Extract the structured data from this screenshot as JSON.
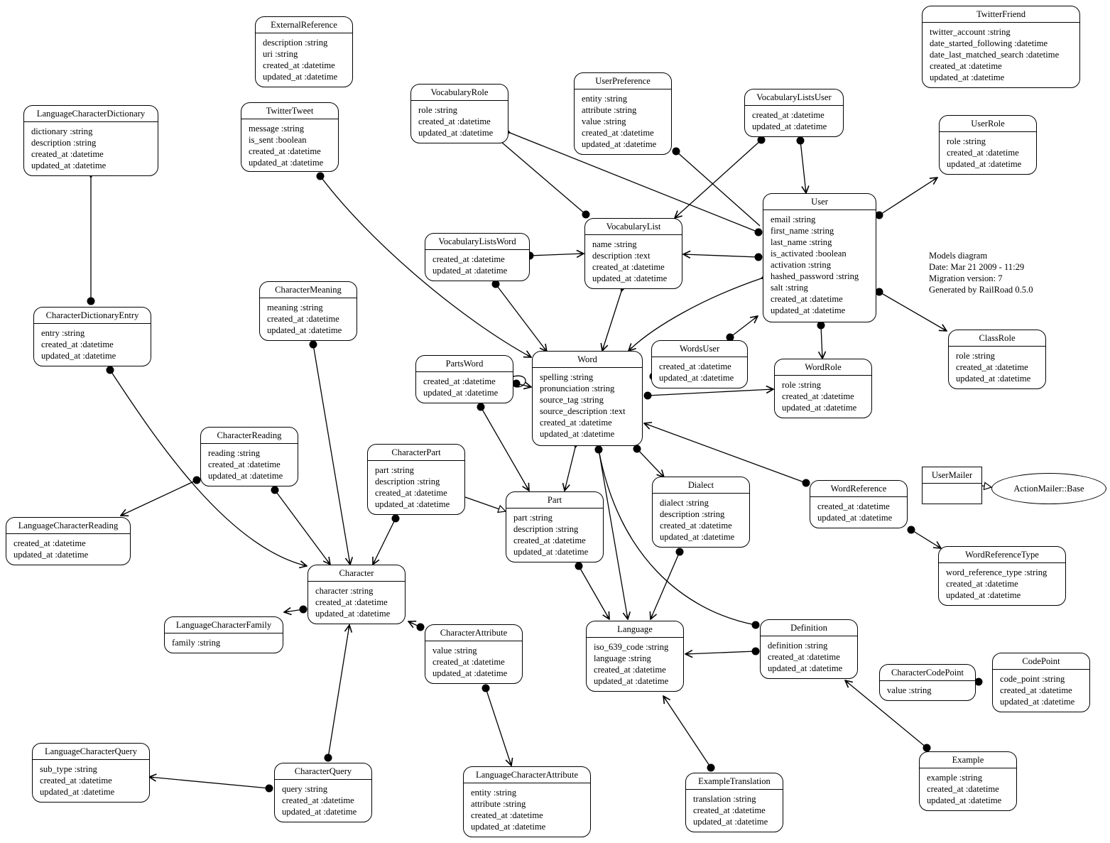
{
  "diagram_title": "Models diagram",
  "legend": [
    "Models diagram",
    "Date: Mar 21 2009 - 11:29",
    "Migration version: 7",
    "Generated by RailRoad 0.5.0"
  ],
  "nodes": [
    {
      "id": "ExternalReference",
      "title": "ExternalReference",
      "attrs": [
        "description :string",
        "uri :string",
        "created_at :datetime",
        "updated_at :datetime"
      ]
    },
    {
      "id": "TwitterFriend",
      "title": "TwitterFriend",
      "attrs": [
        "twitter_account :string",
        "date_started_following :datetime",
        "date_last_matched_search :datetime",
        "created_at :datetime",
        "updated_at :datetime"
      ]
    },
    {
      "id": "LanguageCharacterDictionary",
      "title": "LanguageCharacterDictionary",
      "attrs": [
        "dictionary :string",
        "description :string",
        "created_at :datetime",
        "updated_at :datetime"
      ]
    },
    {
      "id": "TwitterTweet",
      "title": "TwitterTweet",
      "attrs": [
        "message :string",
        "is_sent :boolean",
        "created_at :datetime",
        "updated_at :datetime"
      ]
    },
    {
      "id": "VocabularyRole",
      "title": "VocabularyRole",
      "attrs": [
        "role :string",
        "created_at :datetime",
        "updated_at :datetime"
      ]
    },
    {
      "id": "UserPreference",
      "title": "UserPreference",
      "attrs": [
        "entity :string",
        "attribute :string",
        "value :string",
        "created_at :datetime",
        "updated_at :datetime"
      ]
    },
    {
      "id": "VocabularyListsUser",
      "title": "VocabularyListsUser",
      "attrs": [
        "created_at :datetime",
        "updated_at :datetime"
      ]
    },
    {
      "id": "UserRole",
      "title": "UserRole",
      "attrs": [
        "role :string",
        "created_at :datetime",
        "updated_at :datetime"
      ]
    },
    {
      "id": "User",
      "title": "User",
      "attrs": [
        "email :string",
        "first_name :string",
        "last_name :string",
        "is_activated :boolean",
        "activation :string",
        "hashed_password :string",
        "salt :string",
        "created_at :datetime",
        "updated_at :datetime"
      ]
    },
    {
      "id": "VocabularyList",
      "title": "VocabularyList",
      "attrs": [
        "name :string",
        "description :text",
        "created_at :datetime",
        "updated_at :datetime"
      ]
    },
    {
      "id": "VocabularyListsWord",
      "title": "VocabularyListsWord",
      "attrs": [
        "created_at :datetime",
        "updated_at :datetime"
      ]
    },
    {
      "id": "CharacterMeaning",
      "title": "CharacterMeaning",
      "attrs": [
        "meaning :string",
        "created_at :datetime",
        "updated_at :datetime"
      ]
    },
    {
      "id": "CharacterDictionaryEntry",
      "title": "CharacterDictionaryEntry",
      "attrs": [
        "entry :string",
        "created_at :datetime",
        "updated_at :datetime"
      ]
    },
    {
      "id": "ClassRole",
      "title": "ClassRole",
      "attrs": [
        "role :string",
        "created_at :datetime",
        "updated_at :datetime"
      ]
    },
    {
      "id": "WordsUser",
      "title": "WordsUser",
      "attrs": [
        "created_at :datetime",
        "updated_at :datetime"
      ]
    },
    {
      "id": "Word",
      "title": "Word",
      "attrs": [
        "spelling :string",
        "pronunciation :string",
        "source_tag :string",
        "source_description :text",
        "created_at :datetime",
        "updated_at :datetime"
      ]
    },
    {
      "id": "PartsWord",
      "title": "PartsWord",
      "attrs": [
        "created_at :datetime",
        "updated_at :datetime"
      ]
    },
    {
      "id": "WordRole",
      "title": "WordRole",
      "attrs": [
        "role :string",
        "created_at :datetime",
        "updated_at :datetime"
      ]
    },
    {
      "id": "CharacterReading",
      "title": "CharacterReading",
      "attrs": [
        "reading :string",
        "created_at :datetime",
        "updated_at :datetime"
      ]
    },
    {
      "id": "CharacterPart",
      "title": "CharacterPart",
      "attrs": [
        "part :string",
        "description :string",
        "created_at :datetime",
        "updated_at :datetime"
      ]
    },
    {
      "id": "Dialect",
      "title": "Dialect",
      "attrs": [
        "dialect :string",
        "description :string",
        "created_at :datetime",
        "updated_at :datetime"
      ]
    },
    {
      "id": "UserMailer",
      "title": "UserMailer",
      "attrs": []
    },
    {
      "id": "WordReference",
      "title": "WordReference",
      "attrs": [
        "created_at :datetime",
        "updated_at :datetime"
      ]
    },
    {
      "id": "Part",
      "title": "Part",
      "attrs": [
        "part :string",
        "description :string",
        "created_at :datetime",
        "updated_at :datetime"
      ]
    },
    {
      "id": "LanguageCharacterReading",
      "title": "LanguageCharacterReading",
      "attrs": [
        "created_at :datetime",
        "updated_at :datetime"
      ]
    },
    {
      "id": "WordReferenceType",
      "title": "WordReferenceType",
      "attrs": [
        "word_reference_type :string",
        "created_at :datetime",
        "updated_at :datetime"
      ]
    },
    {
      "id": "Character",
      "title": "Character",
      "attrs": [
        "character :string",
        "created_at :datetime",
        "updated_at :datetime"
      ]
    },
    {
      "id": "LanguageCharacterFamily",
      "title": "LanguageCharacterFamily",
      "attrs": [
        "family :string"
      ]
    },
    {
      "id": "CharacterAttribute",
      "title": "CharacterAttribute",
      "attrs": [
        "value :string",
        "created_at :datetime",
        "updated_at :datetime"
      ]
    },
    {
      "id": "Language",
      "title": "Language",
      "attrs": [
        "iso_639_code :string",
        "language :string",
        "created_at :datetime",
        "updated_at :datetime"
      ]
    },
    {
      "id": "Definition",
      "title": "Definition",
      "attrs": [
        "definition :string",
        "created_at :datetime",
        "updated_at :datetime"
      ]
    },
    {
      "id": "CharacterCodePoint",
      "title": "CharacterCodePoint",
      "attrs": [
        "value :string"
      ]
    },
    {
      "id": "CodePoint",
      "title": "CodePoint",
      "attrs": [
        "code_point :string",
        "created_at :datetime",
        "updated_at :datetime"
      ]
    },
    {
      "id": "LanguageCharacterQuery",
      "title": "LanguageCharacterQuery",
      "attrs": [
        "sub_type :string",
        "created_at :datetime",
        "updated_at :datetime"
      ]
    },
    {
      "id": "CharacterQuery",
      "title": "CharacterQuery",
      "attrs": [
        "query :string",
        "created_at :datetime",
        "updated_at :datetime"
      ]
    },
    {
      "id": "LanguageCharacterAttribute",
      "title": "LanguageCharacterAttribute",
      "attrs": [
        "entity :string",
        "attribute :string",
        "created_at :datetime",
        "updated_at :datetime"
      ]
    },
    {
      "id": "ExampleTranslation",
      "title": "ExampleTranslation",
      "attrs": [
        "translation :string",
        "created_at :datetime",
        "updated_at :datetime"
      ]
    },
    {
      "id": "Example",
      "title": "Example",
      "attrs": [
        "example :string",
        "created_at :datetime",
        "updated_at :datetime"
      ]
    }
  ],
  "base_class": {
    "title": "ActionMailer::Base"
  }
}
